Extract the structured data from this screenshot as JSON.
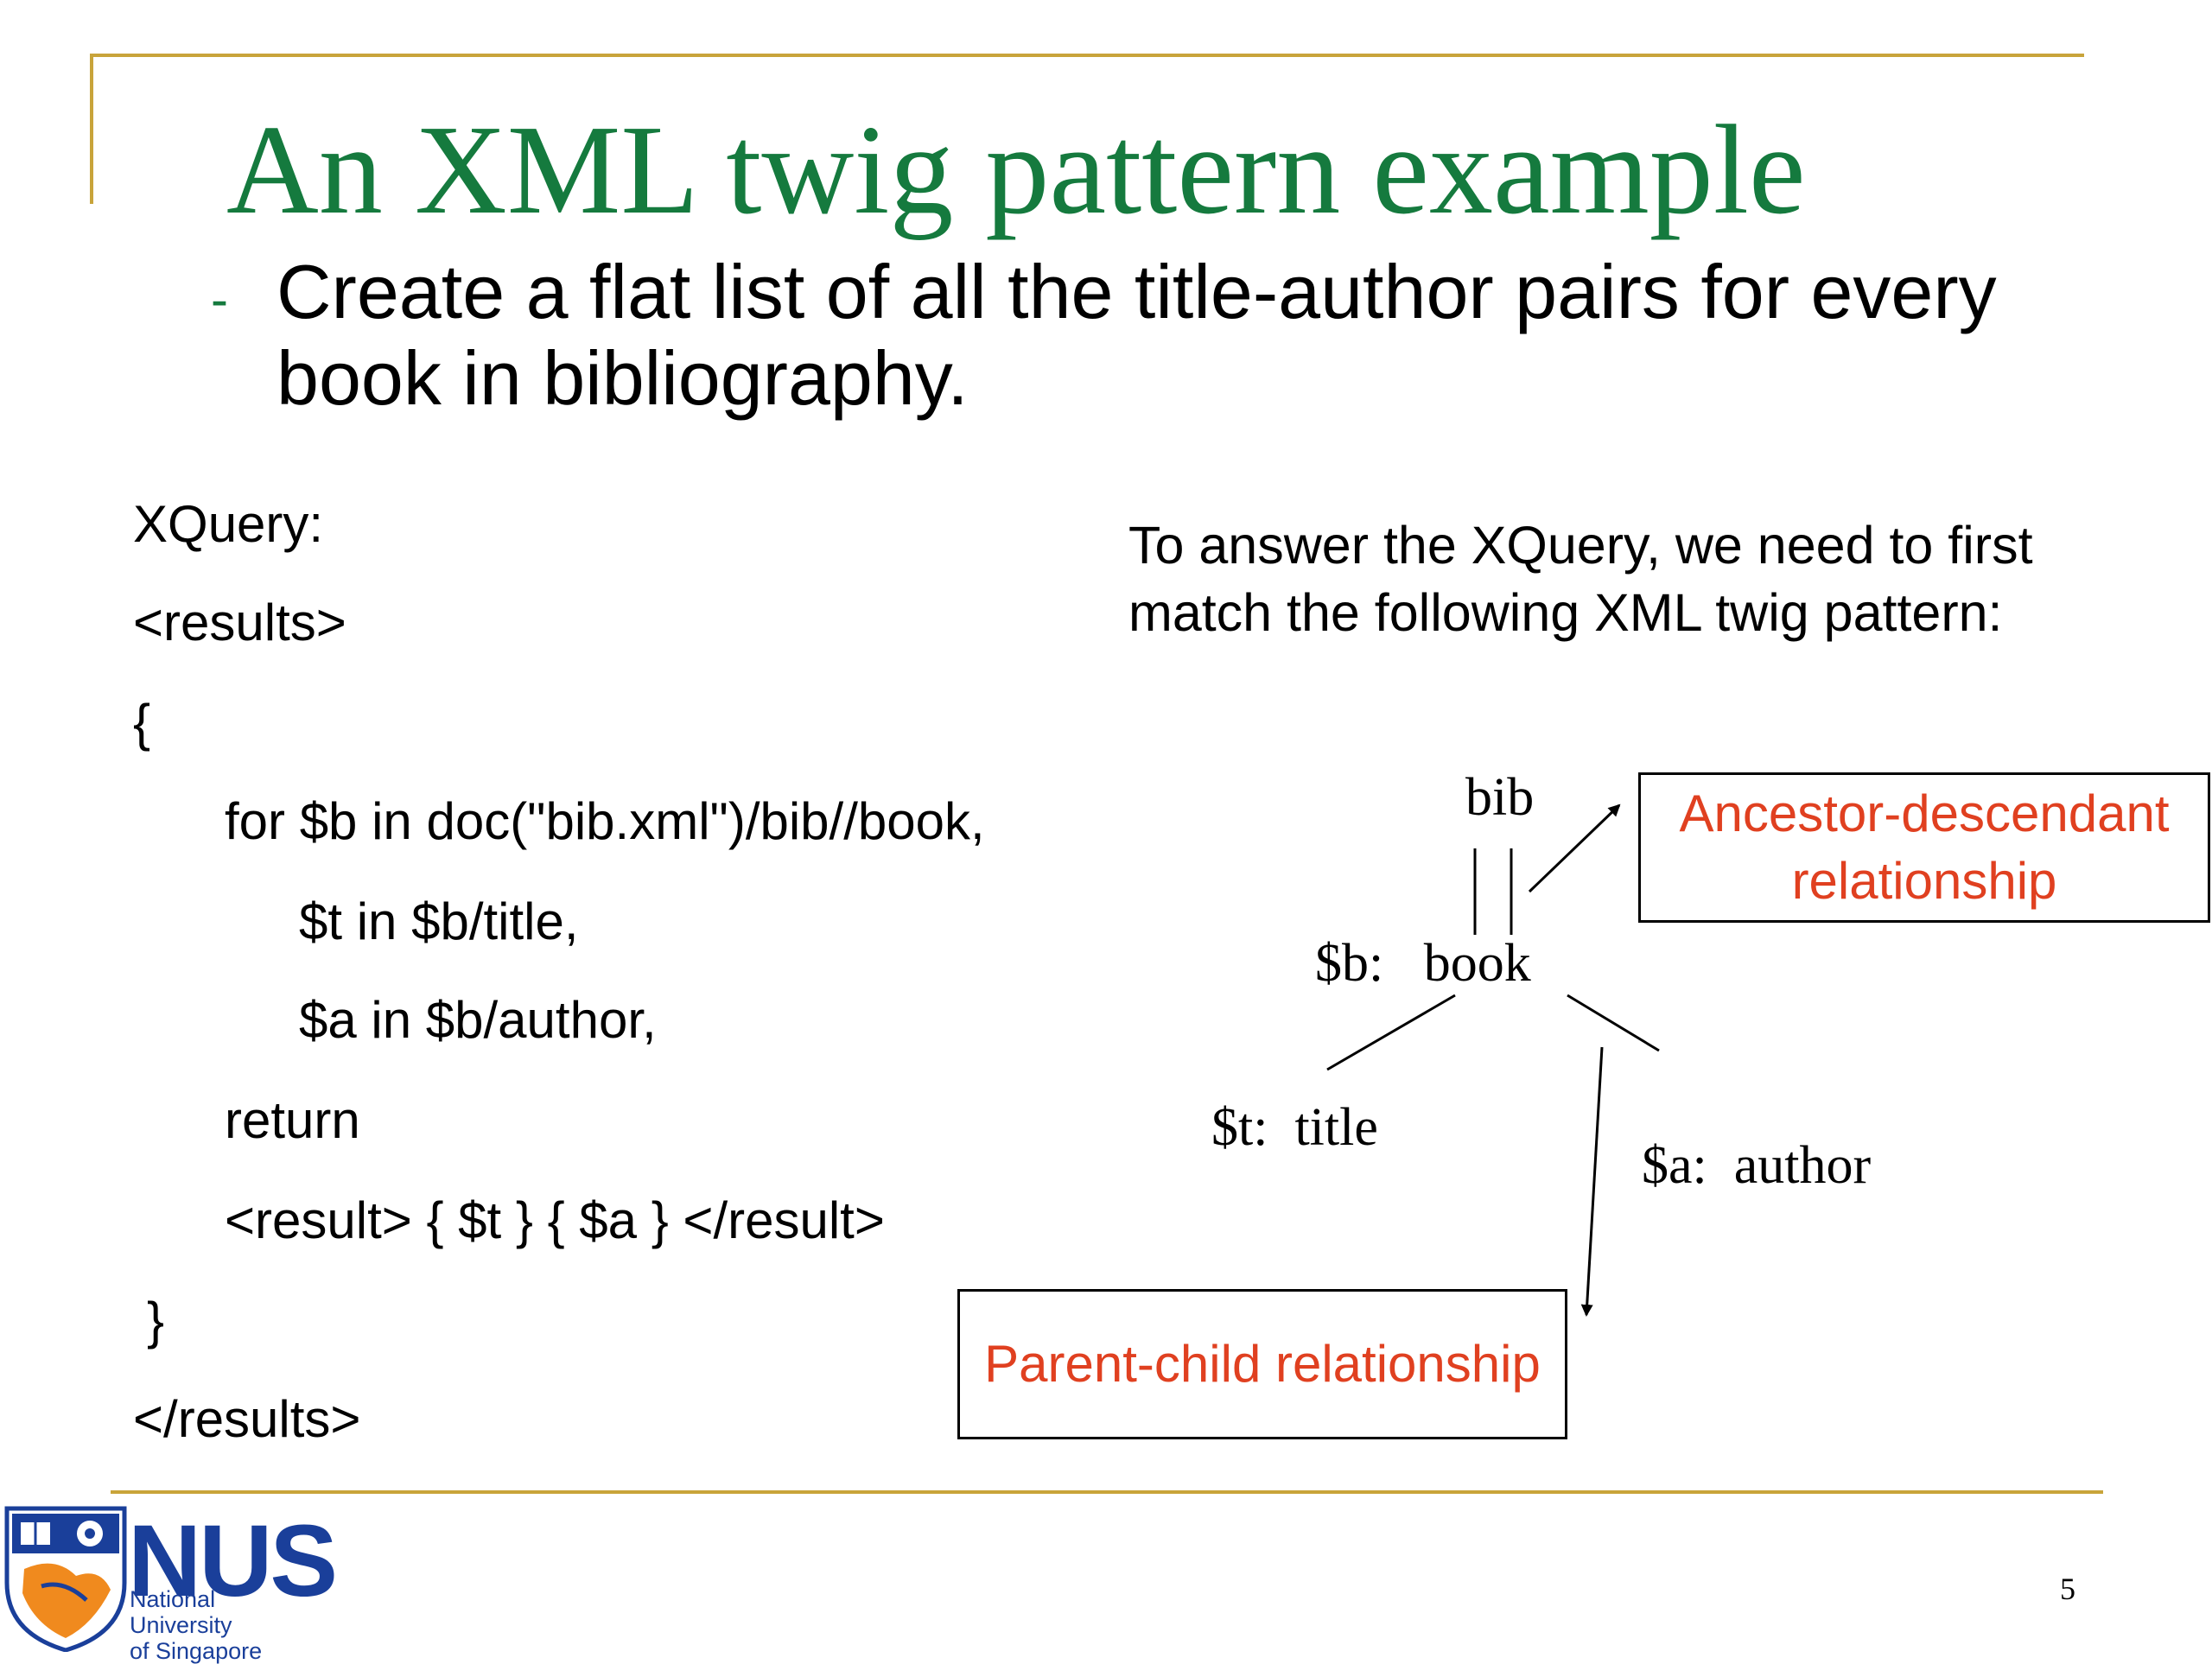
{
  "slide": {
    "title": "An XML twig pattern example",
    "bullet_marker": "-",
    "subtitle": "Create a flat list of all the title-author pairs for every book in bibliography.",
    "page_number": "5"
  },
  "xquery": {
    "label": "XQuery:",
    "lines": [
      "<results>",
      "{",
      "for $b in doc(\"bib.xml\")/bib//book,",
      "$t in $b/title,",
      "$a in $b/author,",
      "return",
      "<result> { $t } { $a } </result>",
      "}",
      "</results>"
    ]
  },
  "explanation": "To answer the XQuery, we need to first match the following XML twig pattern:",
  "twig": {
    "bib": "bib",
    "book": "$b:   book",
    "title": "$t:  title",
    "author": "$a:  author"
  },
  "callouts": {
    "ancestor_descendant": "Ancestor-descendant relationship",
    "parent_child": "Parent-child relationship"
  },
  "logo": {
    "name": "NUS",
    "university_line1": "National University",
    "university_line2": "of Singapore",
    "colors": {
      "blue": "#1a3f9a",
      "orange": "#f08a1e"
    }
  },
  "colors": {
    "title_green": "#157a3e",
    "rule_gold": "#c8a43a",
    "callout_red": "#e04020"
  }
}
